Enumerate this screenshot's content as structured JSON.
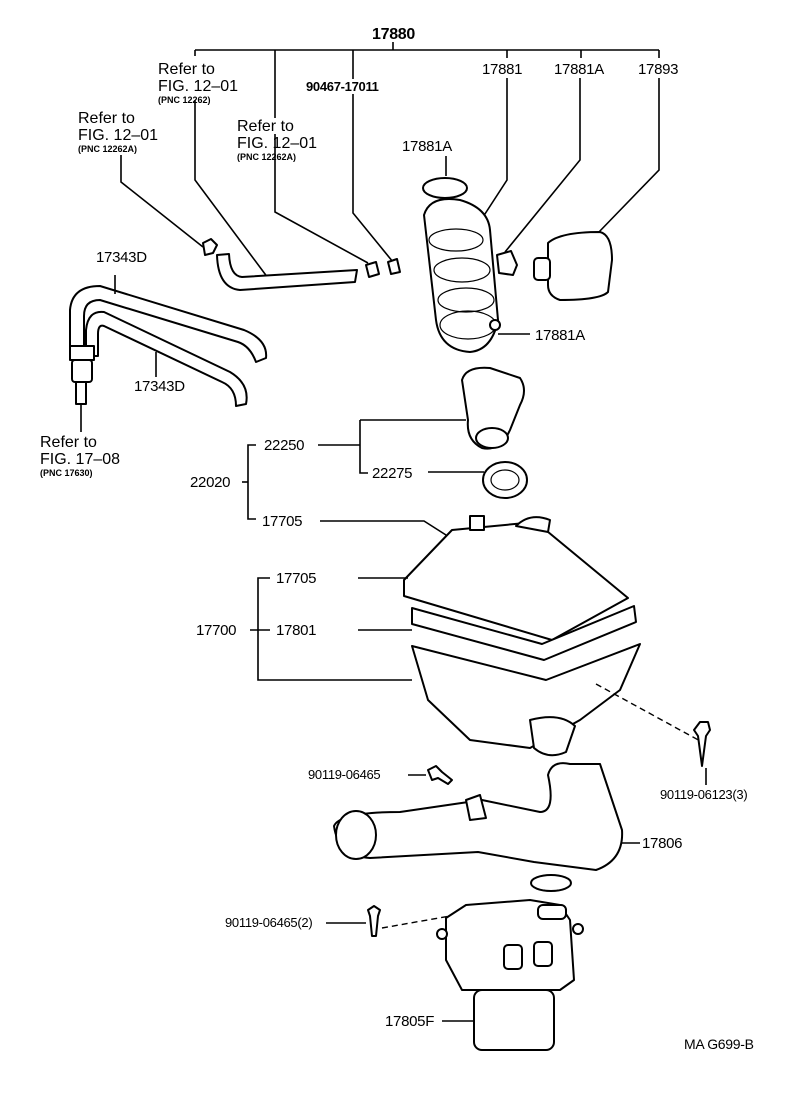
{
  "diagram": {
    "code": "MA G699-B",
    "top_group": {
      "parent": "17880",
      "children": [
        "90467-17011",
        "17881",
        "17881A",
        "17893"
      ]
    },
    "refs": [
      {
        "line1": "Refer to",
        "line2": "FIG. 12–01",
        "pnc": "(PNC 12262)"
      },
      {
        "line1": "Refer to",
        "line2": "FIG. 12–01",
        "pnc": "(PNC 12262A)"
      },
      {
        "line1": "Refer to",
        "line2": "FIG. 12–01",
        "pnc": "(PNC 12262A)"
      },
      {
        "line1": "Refer to",
        "line2": "FIG. 17–08",
        "pnc": "(PNC 17630)"
      }
    ],
    "parts": {
      "clamp_upper": "17881A",
      "clamp_lower": "17881A",
      "hose_upper": "17343D",
      "hose_lower": "17343D",
      "sensor_group": "22020",
      "meter": "22250",
      "gasket": "22275",
      "cap_sub": "17705",
      "cap": "17705",
      "cleaner_group": "17700",
      "element": "17801",
      "bolt_upper": "90119-06465",
      "bolt_right": "90119-06123(3)",
      "inlet": "17806",
      "bolt_lower": "90119-06465(2)",
      "resonator": "17805F"
    }
  }
}
